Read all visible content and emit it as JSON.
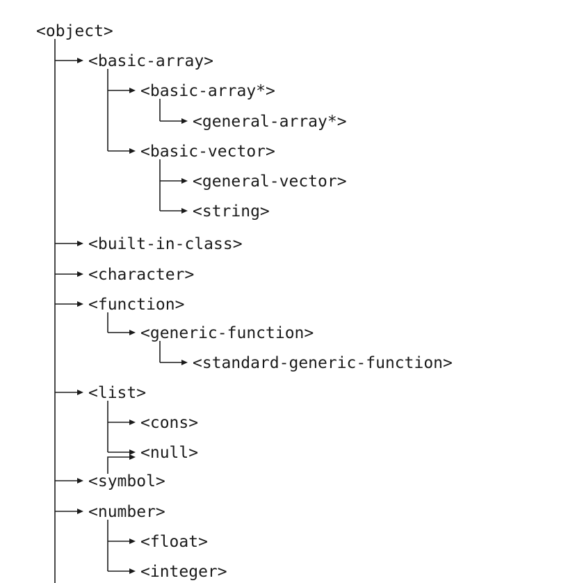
{
  "diagram": {
    "root": "<object>",
    "nodes": [
      {
        "id": "object",
        "label": "<object>",
        "parent": null
      },
      {
        "id": "basic-array",
        "label": "<basic-array>",
        "parent": "object"
      },
      {
        "id": "basic-array-star",
        "label": "<basic-array*>",
        "parent": "basic-array"
      },
      {
        "id": "general-array-star",
        "label": "<general-array*>",
        "parent": "basic-array-star"
      },
      {
        "id": "basic-vector",
        "label": "<basic-vector>",
        "parent": "basic-array"
      },
      {
        "id": "general-vector",
        "label": "<general-vector>",
        "parent": "basic-vector"
      },
      {
        "id": "string",
        "label": "<string>",
        "parent": "basic-vector"
      },
      {
        "id": "built-in-class",
        "label": "<built-in-class>",
        "parent": "object"
      },
      {
        "id": "character",
        "label": "<character>",
        "parent": "object"
      },
      {
        "id": "function",
        "label": "<function>",
        "parent": "object"
      },
      {
        "id": "generic-function",
        "label": "<generic-function>",
        "parent": "function"
      },
      {
        "id": "standard-generic-function",
        "label": "<standard-generic-function>",
        "parent": "generic-function"
      },
      {
        "id": "list",
        "label": "<list>",
        "parent": "object"
      },
      {
        "id": "cons",
        "label": "<cons>",
        "parent": "list"
      },
      {
        "id": "null",
        "label": "<null>",
        "parent": "list"
      },
      {
        "id": "symbol",
        "label": "<symbol>",
        "parent": "object"
      },
      {
        "id": "number",
        "label": "<number>",
        "parent": "object"
      },
      {
        "id": "float",
        "label": "<float>",
        "parent": "number"
      },
      {
        "id": "integer",
        "label": "<integer>",
        "parent": "number"
      }
    ],
    "extra_edges": [
      {
        "from": "symbol",
        "to": "null"
      }
    ]
  }
}
